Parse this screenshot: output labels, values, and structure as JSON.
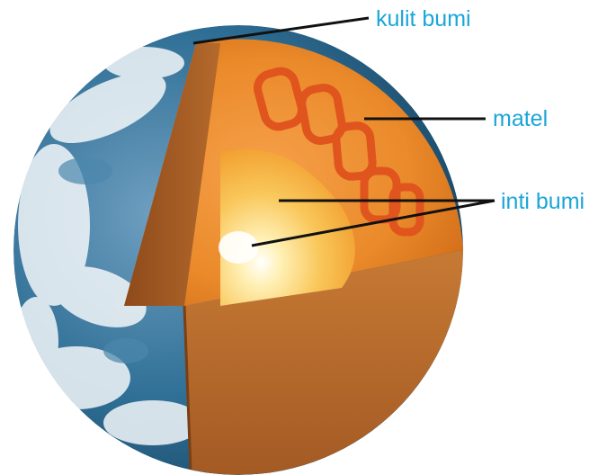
{
  "labels": {
    "crust": "kulit bumi",
    "mantle": "matel",
    "core": "inti bumi"
  },
  "colors": {
    "label": "#1aa6d8",
    "leader_line": "#111111",
    "ocean": "#2f6f96",
    "cloud": "#f4f7f9",
    "crust_face": "#a35a24",
    "mantle": "#e8821c",
    "convection": "#e0541e",
    "outer_core": "#f7b13a",
    "inner_core": "#fff1b8"
  }
}
